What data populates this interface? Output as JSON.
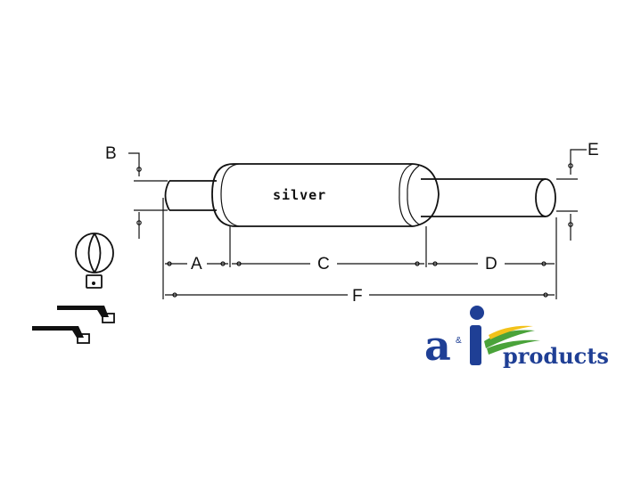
{
  "diagram": {
    "part_label": "silver",
    "dimensions": {
      "a": "A",
      "b": "B",
      "c": "C",
      "d": "D",
      "e": "E",
      "f": "F"
    }
  },
  "logo": {
    "brand_mark": "a",
    "brand_mark_2": "i",
    "ampersand": "&",
    "wordmark": "products",
    "colors": {
      "blue": "#1f3f95",
      "green": "#4aa33a",
      "yellow": "#f2c21a"
    }
  }
}
